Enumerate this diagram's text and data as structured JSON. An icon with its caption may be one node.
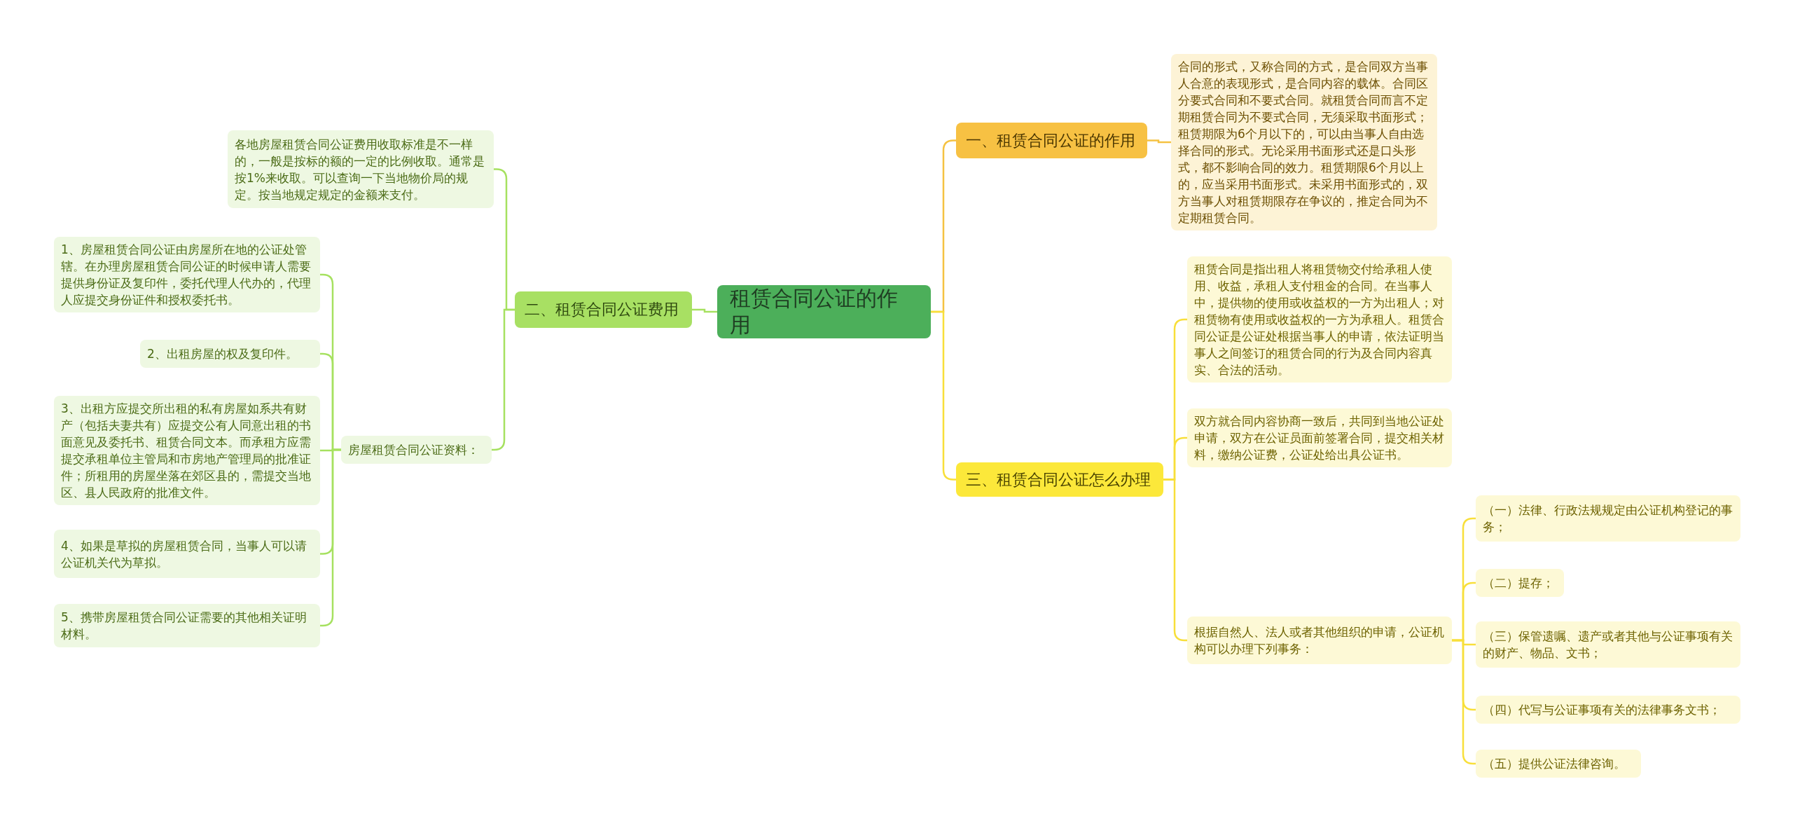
{
  "diagram": {
    "nodes": [
      {
        "text": [
          "租赁合同公证的作用"
        ]
      },
      {
        "text": [
          "一、租赁合同公证的作用"
        ]
      },
      {
        "text": [
          "合同的形式，又称合同的方式，是合同双方当事人合意的表现形式，是合同内容的载体。合同区分要式合同和不要式合同。就租赁合同而言不定期租赁合同为不要式合同，无须采取书面形式；租赁期限为6个月以下的，可以由当事人自由选择合同的形式。无论采用书面形式还是口头形式，都不影响合同的效力。租赁期限6个月以上的，应当采用书面形式。未采用书面形式的，双方当事人对租赁期限存在争议的，推定合同为不定期租赁合同。"
        ]
      },
      {
        "text": [
          "三、租赁合同公证怎么办理"
        ]
      },
      {
        "text": [
          "租赁合同是指出租人将租赁物交付给承租人使用、收益，承租人支付租金的合同。在当事人中，提供物的使用或收益权的一方为出租人；对租赁物有使用或收益权的一方为承租人。租赁合同公证是公证处根据当事人的申请，依法证明当事人之间签订的租赁合同的行为及合同内容真实、合法的活动。"
        ]
      },
      {
        "text": [
          "双方就合同内容协商一致后，共同到当地公证处申请，双方在公证员面前签署合同，提交相关材料，缴纳公证费，公证处给出具公证书。"
        ]
      },
      {
        "text": [
          "根据自然人、法人或者其他组织的申请，公证机构可以办理下列事务："
        ]
      },
      {
        "text": [
          "（一）法律、行政法规规定由公证机构登记的事务；"
        ]
      },
      {
        "text": [
          "（二）提存；"
        ]
      },
      {
        "text": [
          "（三）保管遗嘱、遗产或者其他与公证事项有关的财产、物品、文书；"
        ]
      },
      {
        "text": [
          "（四）代写与公证事项有关的法律事务文书；"
        ]
      },
      {
        "text": [
          "（五）提供公证法律咨询。"
        ]
      },
      {
        "text": [
          "二、租赁合同公证费用"
        ]
      },
      {
        "text": [
          "各地房屋租赁合同公证费用收取标准是不一样的，一般是按标的额的一定的比例收取。通常是按1%来收取。可以查询一下当地物价局的规定。按当地规定规定的金额来支付。"
        ]
      },
      {
        "text": [
          "房屋租赁合同公证资料："
        ]
      },
      {
        "text": [
          "1、房屋租赁合同公证由房屋所在地的公证处管辖。在办理房屋租赁合同公证的时候申请人需要提供身份证及复印件，委托代理人代办的，代理人应提交身份证件和授权委托书。"
        ]
      },
      {
        "text": [
          "2、出租房屋的权及复印件。"
        ]
      },
      {
        "text": [
          "3、出租方应提交所出租的私有房屋如系共有财产（包括夫妻共有）应提交公有人同意出租的书面意见及委托书、租赁合同文本。而承租方应需提交承租单位主管局和市房地产管理局的批准证件；所租用的房屋坐落在郊区县的，需提交当地区、县人民政府的批准文件。"
        ]
      },
      {
        "text": [
          "4、如果是草拟的房屋租赁合同，当事人可以请公证机关代为草拟。"
        ]
      },
      {
        "text": [
          "5、携带房屋租赁合同公证需要的其他相关证明材料。"
        ]
      }
    ],
    "edges": [
      {
        "from": 0,
        "to": 1,
        "arrow": "none",
        "color": "#f5c242"
      },
      {
        "from": 0,
        "to": 3,
        "arrow": "none",
        "color": "#f8df3a"
      },
      {
        "from": 0,
        "to": 12,
        "arrow": "none",
        "color": "#a6e160"
      },
      {
        "from": 1,
        "to": 2,
        "arrow": "none",
        "color": "#f5c242"
      },
      {
        "from": 3,
        "to": 4,
        "arrow": "none",
        "color": "#f8df3a"
      },
      {
        "from": 3,
        "to": 5,
        "arrow": "none",
        "color": "#f8df3a"
      },
      {
        "from": 3,
        "to": 6,
        "arrow": "none",
        "color": "#f8df3a"
      },
      {
        "from": 6,
        "to": 7,
        "arrow": "none",
        "color": "#f8df3a"
      },
      {
        "from": 6,
        "to": 8,
        "arrow": "none",
        "color": "#f8df3a"
      },
      {
        "from": 6,
        "to": 9,
        "arrow": "none",
        "color": "#f8df3a"
      },
      {
        "from": 6,
        "to": 10,
        "arrow": "none",
        "color": "#f8df3a"
      },
      {
        "from": 6,
        "to": 11,
        "arrow": "none",
        "color": "#f8df3a"
      },
      {
        "from": 12,
        "to": 13,
        "arrow": "none",
        "color": "#a6e160"
      },
      {
        "from": 12,
        "to": 14,
        "arrow": "none",
        "color": "#a6e160"
      },
      {
        "from": 14,
        "to": 15,
        "arrow": "none",
        "color": "#a6e160"
      },
      {
        "from": 14,
        "to": 16,
        "arrow": "none",
        "color": "#a6e160"
      },
      {
        "from": 14,
        "to": 17,
        "arrow": "none",
        "color": "#a6e160"
      },
      {
        "from": 14,
        "to": 18,
        "arrow": "none",
        "color": "#a6e160"
      },
      {
        "from": 14,
        "to": 19,
        "arrow": "none",
        "color": "#a6e160"
      }
    ]
  }
}
